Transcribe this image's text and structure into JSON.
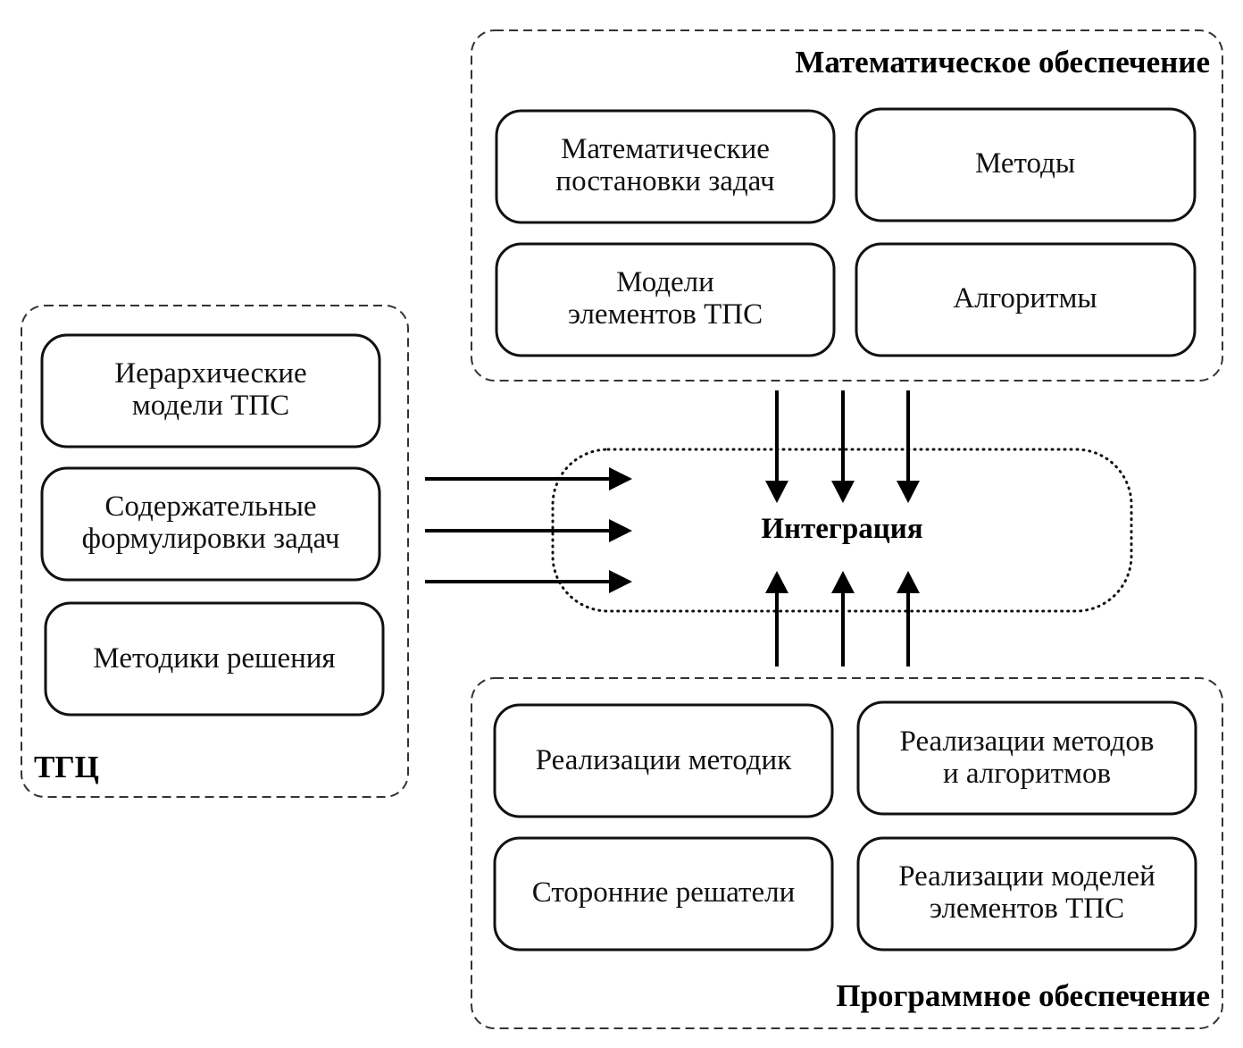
{
  "math_group": {
    "title": "Математическое обеспечение",
    "boxes": [
      {
        "lines": [
          "Математические",
          "постановки задач"
        ]
      },
      {
        "lines": [
          "Методы"
        ]
      },
      {
        "lines": [
          "Модели",
          "элементов ТПС"
        ]
      },
      {
        "lines": [
          "Алгоритмы"
        ]
      }
    ]
  },
  "tgc_group": {
    "title": "ТГЦ",
    "boxes": [
      {
        "lines": [
          "Иерархические",
          "модели ТПС"
        ]
      },
      {
        "lines": [
          "Содержательные",
          "формулировки задач"
        ]
      },
      {
        "lines": [
          "Методики решения"
        ]
      }
    ]
  },
  "integration": {
    "label": "Интеграция"
  },
  "software_group": {
    "title": "Программное обеспечение",
    "boxes": [
      {
        "lines": [
          "Реализации методик"
        ]
      },
      {
        "lines": [
          "Реализации методов",
          "и алгоритмов"
        ]
      },
      {
        "lines": [
          "Сторонние решатели"
        ]
      },
      {
        "lines": [
          "Реализации моделей",
          "элементов ТПС"
        ]
      }
    ]
  }
}
